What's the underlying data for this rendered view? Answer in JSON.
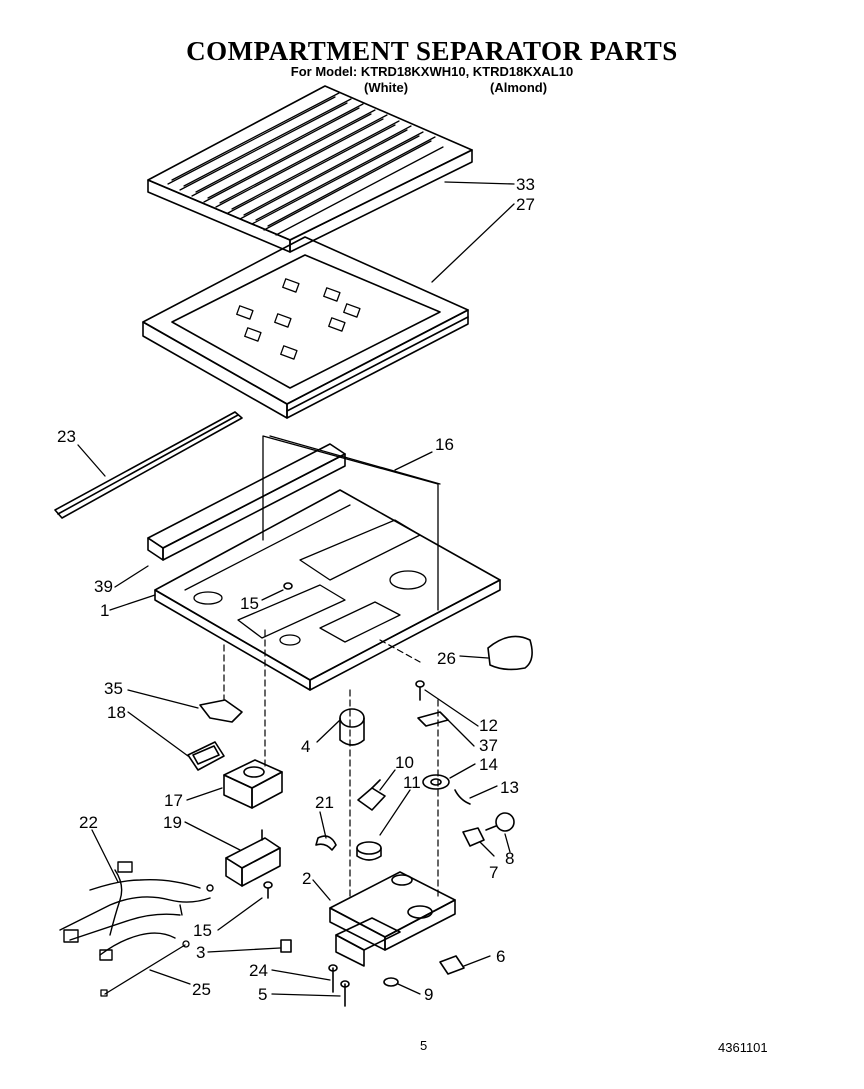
{
  "header": {
    "title": "COMPARTMENT SEPARATOR PARTS",
    "model_line": "For Model: KTRD18KXWH10, KTRD18KXAL10",
    "color_white": "(White)",
    "color_almond": "(Almond)"
  },
  "callouts": {
    "c1": "1",
    "c2": "2",
    "c3": "3",
    "c4": "4",
    "c5": "5",
    "c6": "6",
    "c7": "7",
    "c8": "8",
    "c9": "9",
    "c10": "10",
    "c11": "11",
    "c12": "12",
    "c13": "13",
    "c14": "14",
    "c15a": "15",
    "c15b": "15",
    "c16": "16",
    "c17": "17",
    "c18": "18",
    "c19": "19",
    "c21": "21",
    "c22": "22",
    "c23": "23",
    "c24": "24",
    "c25": "25",
    "c26": "26",
    "c27": "27",
    "c33": "33",
    "c35": "35",
    "c37": "37",
    "c39": "39"
  },
  "footer": {
    "page_number": "5",
    "doc_number": "4361101"
  }
}
